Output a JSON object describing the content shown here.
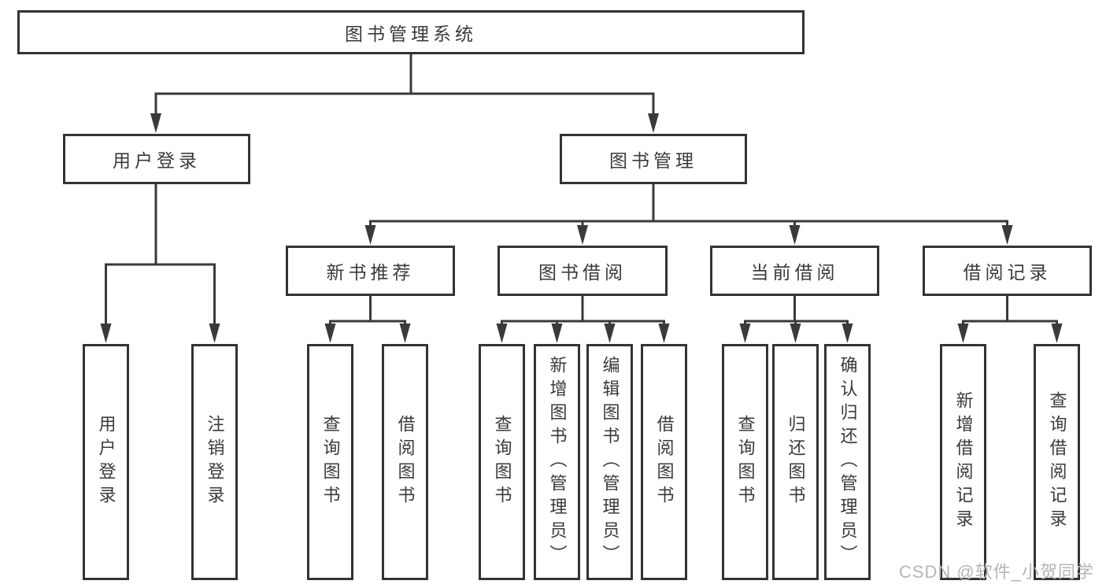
{
  "watermark": "CSDN @软件_小贺同学",
  "colors": {
    "line": "#3a3a3a",
    "box_border": "#333333",
    "text": "#3a3a3a",
    "watermark": "#b5b5b5",
    "background": "#ffffff"
  },
  "tree": {
    "label": "图书管理系统",
    "children": [
      {
        "label": "用户登录",
        "children": [
          {
            "label": "用户登录"
          },
          {
            "label": "注销登录"
          }
        ]
      },
      {
        "label": "图书管理",
        "children": [
          {
            "label": "新书推荐",
            "children": [
              {
                "label": "查询图书"
              },
              {
                "label": "借阅图书"
              }
            ]
          },
          {
            "label": "图书借阅",
            "children": [
              {
                "label": "查询图书"
              },
              {
                "label": "新增图书（管理员）"
              },
              {
                "label": "编辑图书（管理员）"
              },
              {
                "label": "借阅图书"
              }
            ]
          },
          {
            "label": "当前借阅",
            "children": [
              {
                "label": "查询图书"
              },
              {
                "label": "归还图书"
              },
              {
                "label": "确认归还（管理员）"
              }
            ]
          },
          {
            "label": "借阅记录",
            "children": [
              {
                "label": "新增借阅记录"
              },
              {
                "label": "查询借阅记录"
              }
            ]
          }
        ]
      }
    ]
  }
}
